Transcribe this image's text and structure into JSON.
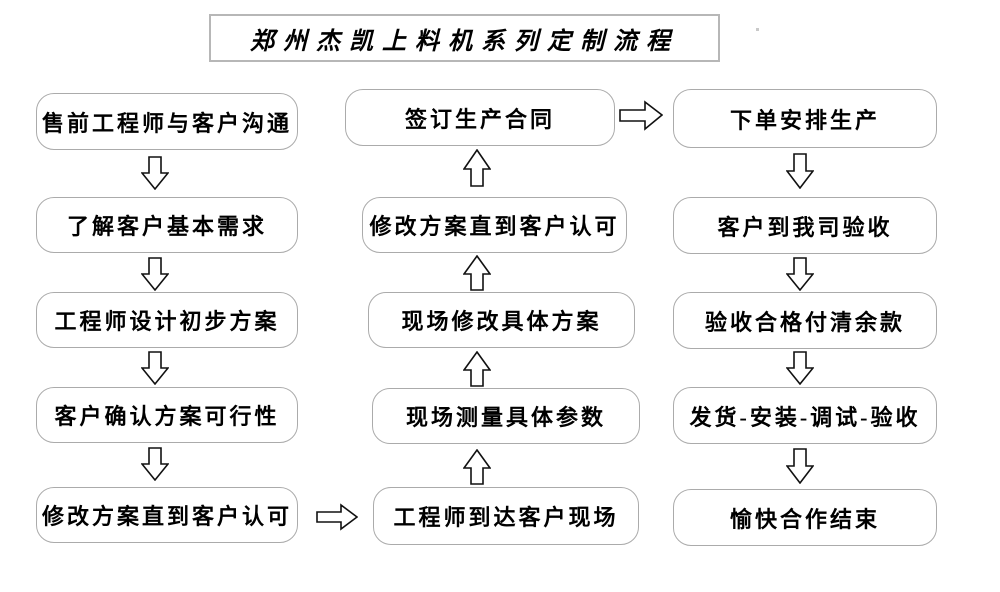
{
  "header": {
    "title": "郑州杰凯上料机系列定制流程"
  },
  "steps": {
    "left": [
      {
        "label": "售前工程师与客户沟通"
      },
      {
        "label": "了解客户基本需求"
      },
      {
        "label": "工程师设计初步方案"
      },
      {
        "label": "客户确认方案可行性"
      },
      {
        "label": "修改方案直到客户认可"
      }
    ],
    "middle": [
      {
        "label": "签订生产合同"
      },
      {
        "label": "修改方案直到客户认可"
      },
      {
        "label": "现场修改具体方案"
      },
      {
        "label": "现场测量具体参数"
      },
      {
        "label": "工程师到达客户现场"
      }
    ],
    "right": [
      {
        "label": "下单安排生产"
      },
      {
        "label": "客户到我司验收"
      },
      {
        "label": "验收合格付清余款"
      },
      {
        "label": "发货-安装-调试-验收"
      },
      {
        "label": "愉快合作结束"
      }
    ]
  },
  "flow": {
    "left_column_direction": "down",
    "middle_column_direction": "up",
    "right_column_direction": "down",
    "left_to_middle_connector": "right-arrow at bottom row",
    "middle_to_right_connector": "right-arrow at top row"
  },
  "colors": {
    "background": "#ffffff",
    "box_fill": "#ffffff",
    "box_border": "#ababab",
    "title_border": "#b7b7b7",
    "arrow_outline": "#111111",
    "text": "#000000"
  }
}
